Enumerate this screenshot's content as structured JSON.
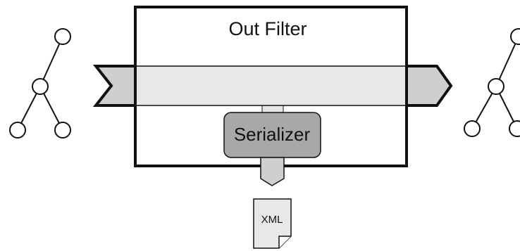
{
  "filter": {
    "title": "Out Filter"
  },
  "serializer": {
    "label": "Serializer"
  },
  "output_document": {
    "label": "XML"
  },
  "colors": {
    "stroke": "#111111",
    "pipe_fill": "#e8e8e8",
    "arrow_fill": "#cfcfcf",
    "serializer_fill": "#a8a8a8",
    "background": "#ffffff"
  },
  "icons": {
    "input_tree": "tree-icon",
    "output_tree": "tree-icon",
    "document": "document-icon"
  }
}
